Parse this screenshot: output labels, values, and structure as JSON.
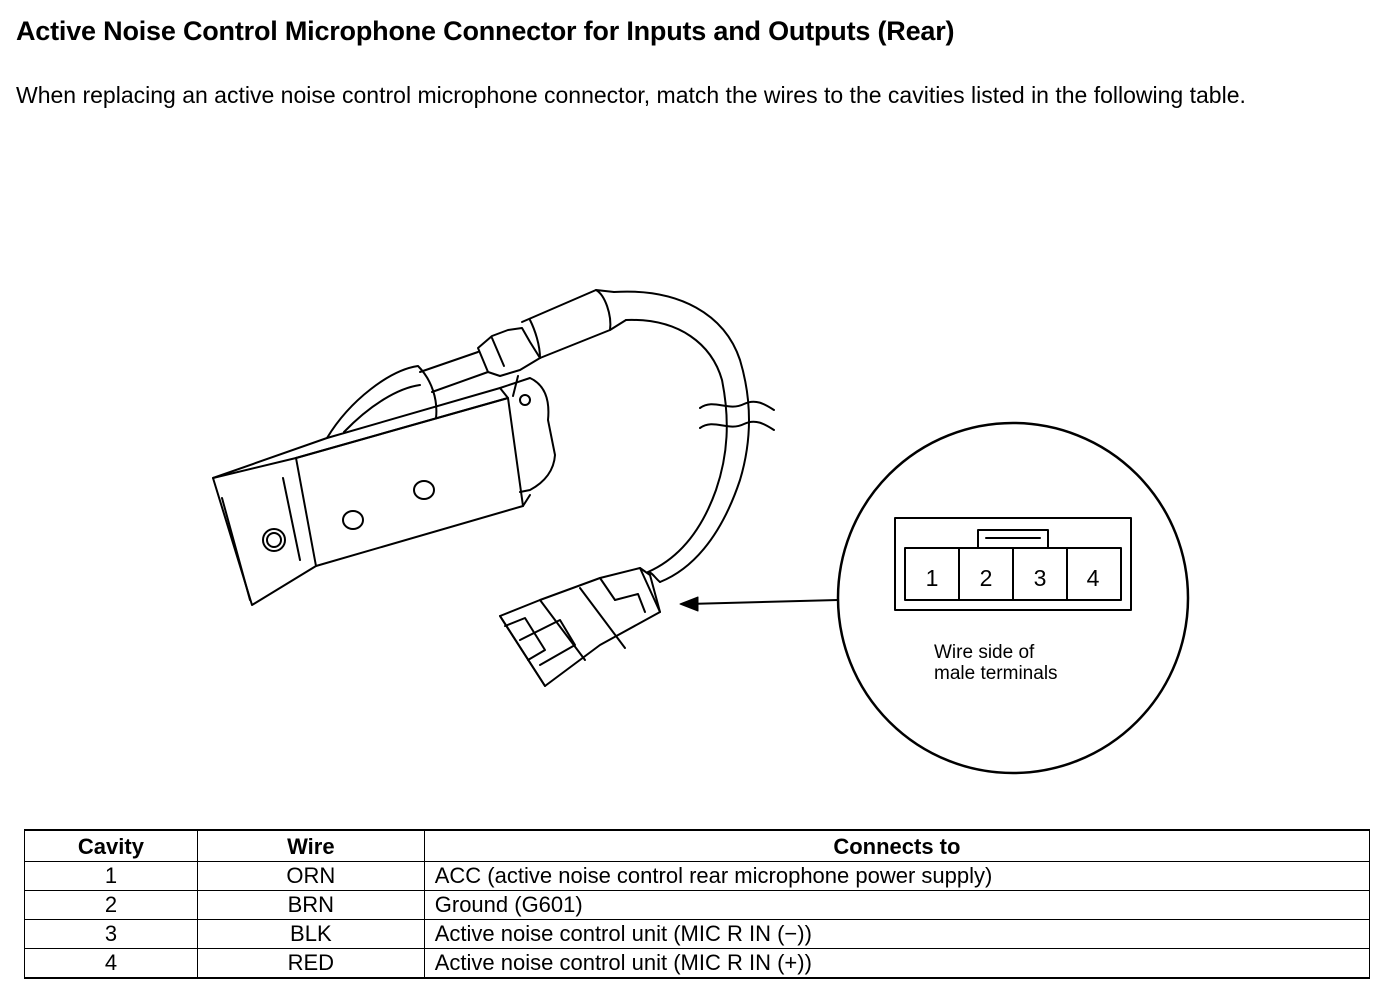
{
  "page": {
    "title": "Active Noise Control Microphone Connector for Inputs and Outputs (Rear)",
    "intro": "When replacing an active noise control microphone connector, match the wires to the cavities listed in the following table."
  },
  "figure": {
    "terminals": [
      "1",
      "2",
      "3",
      "4"
    ],
    "caption_line1": "Wire side of",
    "caption_line2": "male terminals"
  },
  "table": {
    "headers": {
      "cavity": "Cavity",
      "wire": "Wire",
      "connects_to": "Connects to"
    },
    "rows": [
      {
        "cavity": "1",
        "wire": "ORN",
        "connects_to": "ACC (active noise control rear microphone power supply)"
      },
      {
        "cavity": "2",
        "wire": "BRN",
        "connects_to": "Ground (G601)"
      },
      {
        "cavity": "3",
        "wire": "BLK",
        "connects_to": "Active noise control unit (MIC R IN (−))"
      },
      {
        "cavity": "4",
        "wire": "RED",
        "connects_to": "Active noise control unit (MIC R IN (+))"
      }
    ]
  }
}
